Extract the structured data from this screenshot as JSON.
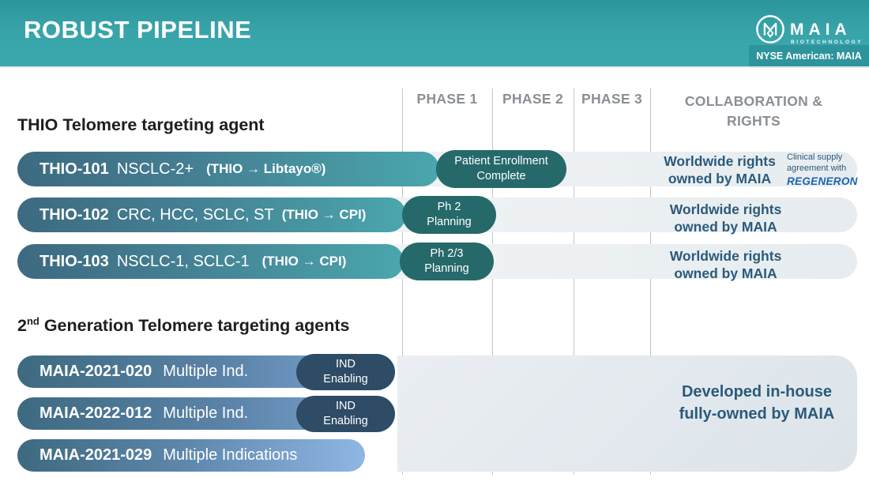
{
  "header": {
    "title": "ROBUST PIPELINE",
    "logo_text": "MAIA",
    "logo_subtext": "BIOTECHNOLOGY",
    "ticker": "NYSE American: MAIA"
  },
  "columns": {
    "phase1": "PHASE 1",
    "phase2": "PHASE 2",
    "phase3": "PHASE 3",
    "collab": "COLLABORATION & RIGHTS"
  },
  "section1": {
    "title": "THIO Telomere targeting agent",
    "rows": [
      {
        "code": "THIO-101",
        "indication": "NSCLC-2+",
        "combo": "(THIO → Libtayo®)",
        "badge1": "Patient Enrollment",
        "badge2": "Complete",
        "rights1": "Worldwide rights",
        "rights2": "owned by MAIA",
        "note1": "Clinical supply",
        "note2": "agreement with",
        "note_brand": "REGENERON"
      },
      {
        "code": "THIO-102",
        "indication": "CRC, HCC, SCLC, ST",
        "combo": "(THIO → CPI)",
        "badge1": "Ph 2",
        "badge2": "Planning",
        "rights1": "Worldwide rights",
        "rights2": "owned by MAIA"
      },
      {
        "code": "THIO-103",
        "indication": "NSCLC-1, SCLC-1",
        "combo": "(THIO → CPI)",
        "badge1": "Ph 2/3",
        "badge2": "Planning",
        "rights1": "Worldwide rights",
        "rights2": "owned by MAIA"
      }
    ]
  },
  "section2": {
    "title_num": "2",
    "title_sup": "nd",
    "title_rest": " Generation Telomere targeting agents",
    "rows": [
      {
        "code": "MAIA-2021-020",
        "indication": "Multiple Ind.",
        "badge1": "IND",
        "badge2": "Enabling"
      },
      {
        "code": "MAIA-2022-012",
        "indication": "Multiple Ind.",
        "badge1": "IND",
        "badge2": "Enabling"
      },
      {
        "code": "MAIA-2021-029",
        "indication": "Multiple Indications"
      }
    ],
    "box1": "Developed in-house",
    "box2": "fully-owned by MAIA"
  },
  "colors": {
    "header_teal": "#3aa8ae",
    "bar_dark_slate": "#3d6a80",
    "bar_teal_end": "#4aa6ad",
    "bar_blue_end": "#7ea8d6",
    "status_badge_teal": "#26696a",
    "ind_pill_navy": "#2e4c66",
    "rights_text_blue": "#2b5a7b",
    "regeneron_blue": "#1d64b0",
    "column_label_gray": "#8a8f94",
    "row_background": "#eceff2"
  }
}
